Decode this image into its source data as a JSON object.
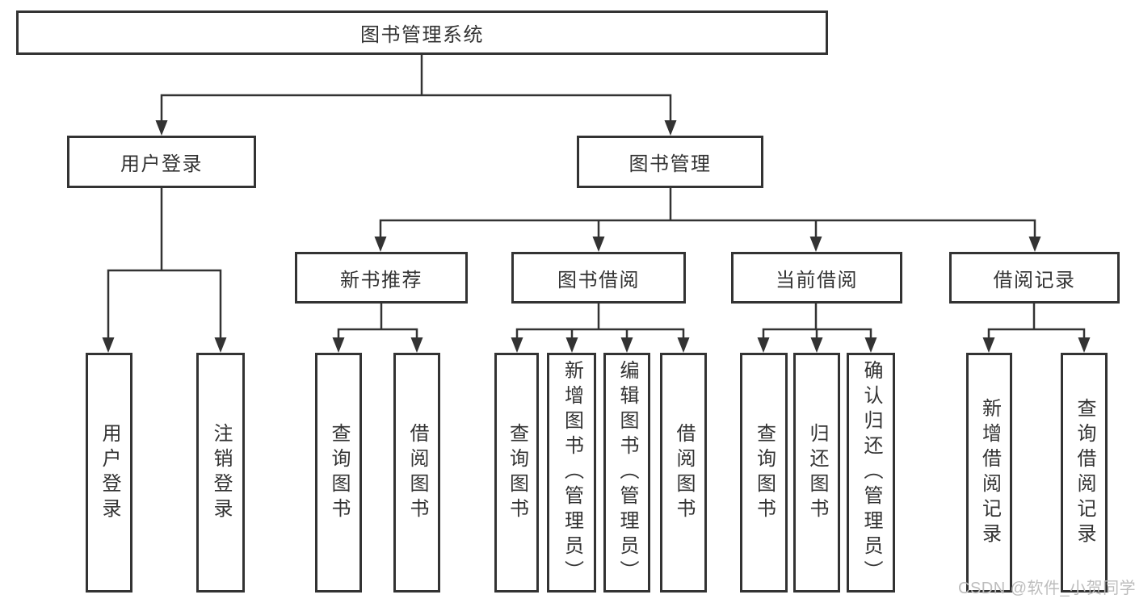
{
  "tree": {
    "root": {
      "label": "图书管理系统",
      "children": [
        {
          "label": "用户登录",
          "children": [
            {
              "label": "用户登录"
            },
            {
              "label": "注销登录"
            }
          ]
        },
        {
          "label": "图书管理",
          "children": [
            {
              "label": "新书推荐",
              "children": [
                {
                  "label": "查询图书"
                },
                {
                  "label": "借阅图书"
                }
              ]
            },
            {
              "label": "图书借阅",
              "children": [
                {
                  "label": "查询图书"
                },
                {
                  "label": "新增图书（管理员）"
                },
                {
                  "label": "编辑图书（管理员）"
                },
                {
                  "label": "借阅图书"
                }
              ]
            },
            {
              "label": "当前借阅",
              "children": [
                {
                  "label": "查询图书"
                },
                {
                  "label": "归还图书"
                },
                {
                  "label": "确认归还（管理员）"
                }
              ]
            },
            {
              "label": "借阅记录",
              "children": [
                {
                  "label": "新增借阅记录"
                },
                {
                  "label": "查询借阅记录"
                }
              ]
            }
          ]
        }
      ]
    }
  },
  "watermark": {
    "text": "CSDN @软件_小贺同学"
  },
  "colors": {
    "line": "#333333",
    "text": "#333333",
    "background": "#ffffff",
    "watermark": "#bdbdbd"
  }
}
